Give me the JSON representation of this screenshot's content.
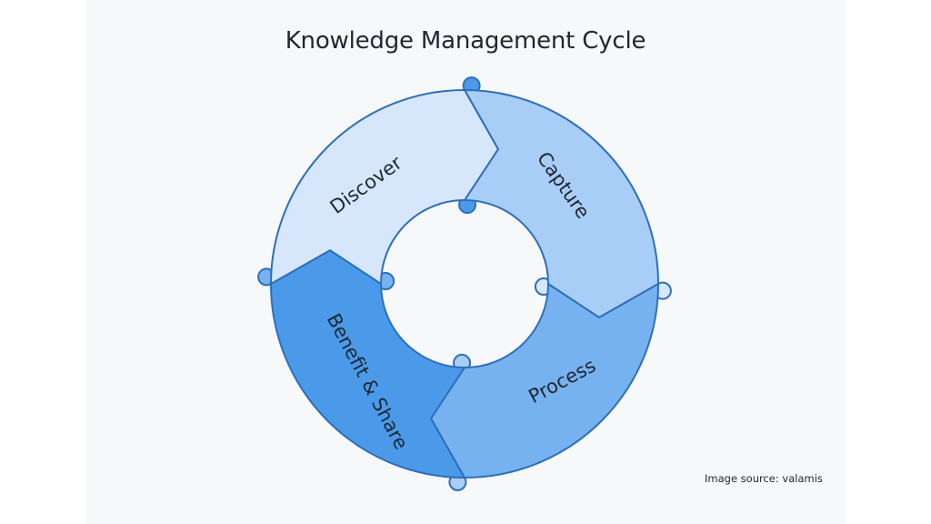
{
  "diagram": {
    "title": "Knowledge Management Cycle",
    "stages": [
      {
        "label": "Discover",
        "color": "#d6e7fb"
      },
      {
        "label": "Capture",
        "color": "#a8cdf6"
      },
      {
        "label": "Process",
        "color": "#77b2f0"
      },
      {
        "label": "Benefit & Share",
        "color": "#4a9ae9"
      }
    ],
    "stroke_color": "#2d6fb8",
    "source": "Image source: valamis"
  }
}
